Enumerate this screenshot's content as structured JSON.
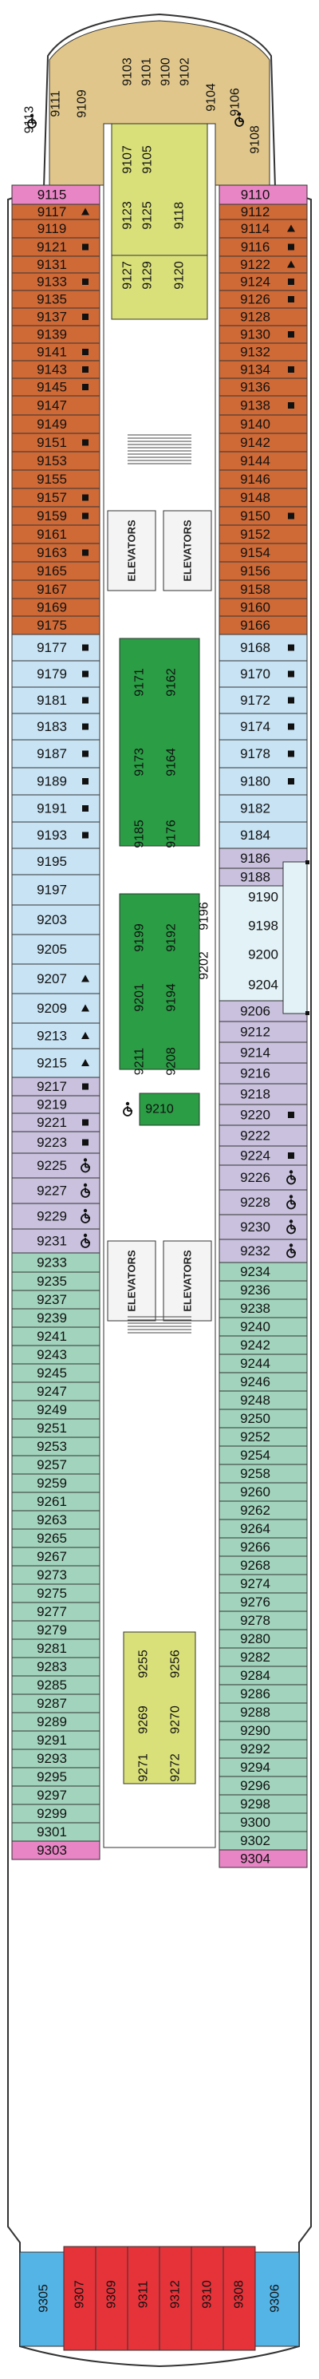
{
  "colors": {
    "hull": "#ffffff",
    "outline": "#333333",
    "orange": "#cf6a37",
    "blue": "#c7e3f4",
    "purple": "#c9c1de",
    "teal": "#a2d4bd",
    "tan": "#e0c68a",
    "yellow": "#d9e07a",
    "pink": "#e885c5",
    "lightblue": "#55b4e6",
    "red": "#e6333a",
    "green": "#2a9d45",
    "corridor": "#ffffff",
    "pale": "#e2f2f7"
  },
  "symbols": {
    "square": "filled-square-marker",
    "triangle": "triangle-marker",
    "wheelchair": "wheelchair-icon"
  },
  "elevators_label": "ELEVATORS",
  "bow": {
    "left_vertical": [
      "9113",
      "9111",
      "9109"
    ],
    "right_vertical": [
      "9104",
      "9106",
      "9108"
    ],
    "center_vertical": [
      "9103",
      "9101",
      "9100",
      "9102"
    ],
    "center_yellow": [
      "9107",
      "9105",
      "9123",
      "9125",
      "9118",
      "9127",
      "9129",
      "9120"
    ]
  },
  "left_cabins": [
    "9115",
    "9117",
    "9119",
    "9121",
    "9131",
    "9133",
    "9135",
    "9137",
    "9139",
    "9141",
    "9143",
    "9145",
    "9147",
    "9149",
    "9151",
    "9153",
    "9155",
    "9157",
    "9159",
    "9161",
    "9163",
    "9165",
    "9167",
    "9169",
    "9175",
    "9177",
    "9179",
    "9181",
    "9183",
    "9187",
    "9189",
    "9191",
    "9193",
    "9195",
    "9197",
    "9203",
    "9205",
    "9207",
    "9209",
    "9213",
    "9215",
    "9217",
    "9219",
    "9221",
    "9223",
    "9225",
    "9227",
    "9229",
    "9231",
    "9233",
    "9235",
    "9237",
    "9239",
    "9241",
    "9243",
    "9245",
    "9247",
    "9249",
    "9251",
    "9253",
    "9257",
    "9259",
    "9261",
    "9263",
    "9265",
    "9267",
    "9273",
    "9275",
    "9277",
    "9279",
    "9281",
    "9283",
    "9285",
    "9287",
    "9289",
    "9291",
    "9293",
    "9295",
    "9297",
    "9299",
    "9301",
    "9303"
  ],
  "right_cabins": [
    "9110",
    "9112",
    "9114",
    "9116",
    "9122",
    "9124",
    "9126",
    "9128",
    "9130",
    "9132",
    "9134",
    "9136",
    "9138",
    "9140",
    "9142",
    "9144",
    "9146",
    "9148",
    "9150",
    "9152",
    "9154",
    "9156",
    "9158",
    "9160",
    "9166",
    "9168",
    "9170",
    "9172",
    "9174",
    "9178",
    "9180",
    "9182",
    "9184",
    "9186",
    "9188",
    "9206",
    "9212",
    "9214",
    "9216",
    "9218",
    "9220",
    "9222",
    "9224",
    "9226",
    "9228",
    "9230",
    "9232",
    "9234",
    "9236",
    "9238",
    "9240",
    "9242",
    "9244",
    "9246",
    "9248",
    "9250",
    "9252",
    "9254",
    "9258",
    "9260",
    "9262",
    "9264",
    "9266",
    "9268",
    "9274",
    "9276",
    "9278",
    "9280",
    "9282",
    "9284",
    "9286",
    "9288",
    "9290",
    "9292",
    "9294",
    "9296",
    "9298",
    "9300",
    "9302",
    "9304"
  ],
  "suite_cabins": [
    "9190",
    "9198",
    "9200",
    "9204",
    "9196",
    "9202"
  ],
  "center_green": [
    "9171",
    "9162",
    "9173",
    "9164",
    "9185",
    "9176",
    "9199",
    "9192",
    "9201",
    "9194",
    "9211",
    "9208",
    "9210"
  ],
  "center_yellow_aft": [
    "9255",
    "9256",
    "9269",
    "9270",
    "9271",
    "9272"
  ],
  "stern": {
    "blue": [
      "9305",
      "9306"
    ],
    "red": [
      "9307",
      "9309",
      "9311",
      "9312",
      "9310",
      "9308"
    ]
  }
}
